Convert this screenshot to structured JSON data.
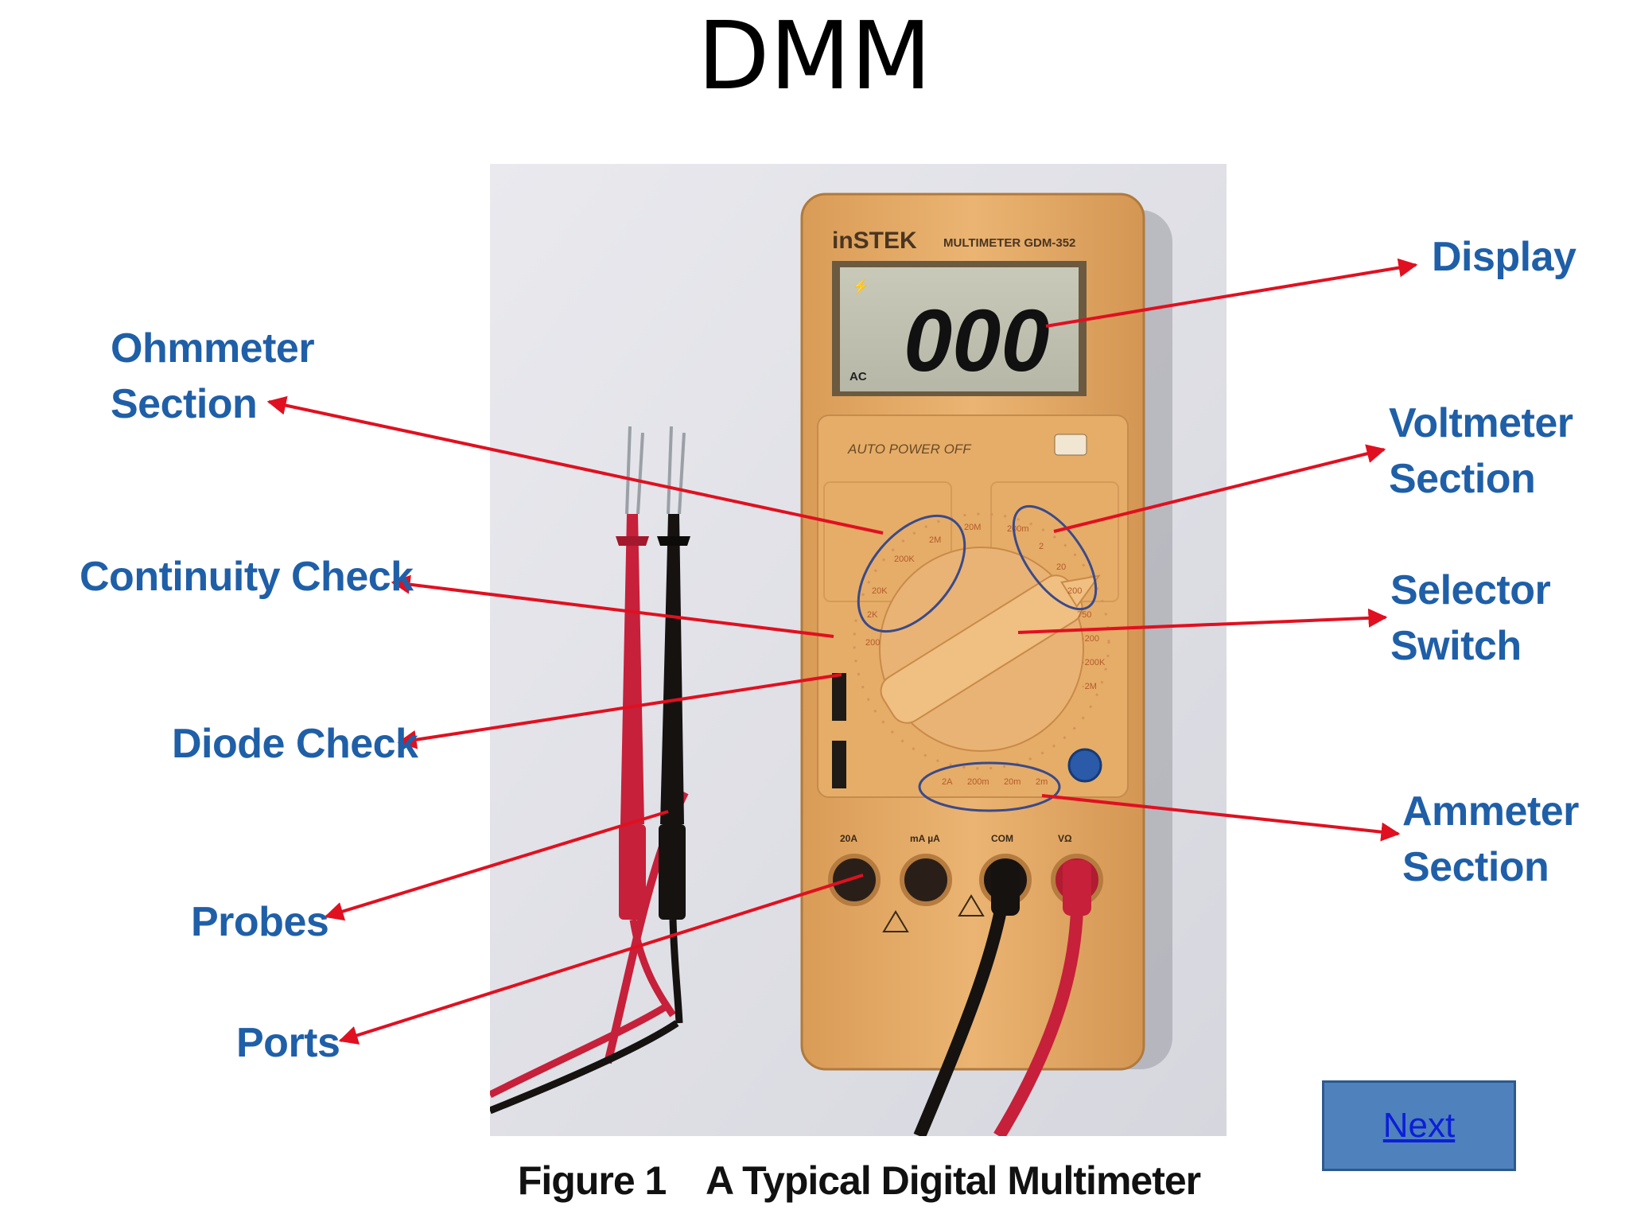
{
  "slide": {
    "title": "DMM"
  },
  "device": {
    "brand": "inSTEK",
    "model_text": "MULTIMETER GDM-352",
    "display_value": "000",
    "display_mode": "AC",
    "auto_power_off": "AUTO POWER OFF",
    "port_labels": [
      "20A",
      "mA µA",
      "COM",
      "VΩ"
    ]
  },
  "labels": {
    "ohmmeter": "Ohmmeter\nSection",
    "continuity": "Continuity Check",
    "diode": "Diode Check",
    "probes": "Probes",
    "ports": "Ports",
    "display": "Display",
    "voltmeter": "Voltmeter\nSection",
    "selector": "Selector\nSwitch",
    "ammeter": "Ammeter\nSection"
  },
  "figure": {
    "caption": "Figure 1    A Typical Digital Multimeter"
  },
  "navigation": {
    "next_label": "Next"
  },
  "colors": {
    "label": "#1f5fa8",
    "arrow": "#e01020",
    "meter_body": "#e8b068",
    "button": "#4f81bd"
  }
}
